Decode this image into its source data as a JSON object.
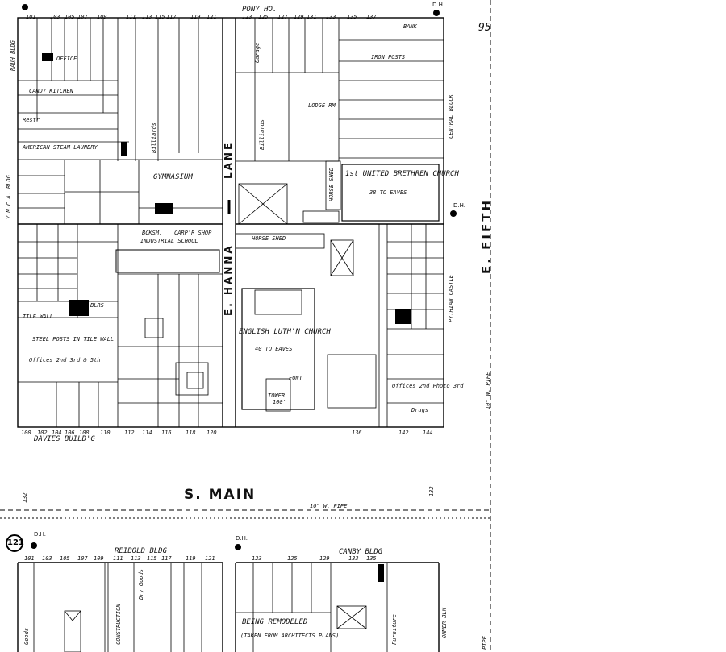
{
  "map": {
    "sheet_number": "95",
    "plate_number": "121",
    "streets": {
      "south_main": "S. MAIN",
      "east_fifth": "E. FIFTH",
      "east_hanna_lane": "E. HANNA",
      "lane_word": "LANE"
    },
    "pipes": {
      "main_pipe": "10\" W. PIPE",
      "fifth_pipe": "10\" W. PIPE",
      "bottom_pipe": "PIPE"
    },
    "hydrant": "D.H.",
    "street_numbers": {
      "main_top_left": "132",
      "main_top_right": "132",
      "block_bottom_left": [
        "100",
        "102",
        "104",
        "106",
        "108",
        "110",
        "112",
        "114",
        "116",
        "118",
        "120"
      ],
      "block_bottom_right": [
        "136",
        "142",
        "144"
      ],
      "block_top_left": [
        "101",
        "103",
        "105",
        "107",
        "109",
        "111",
        "113",
        "115",
        "117",
        "119",
        "121"
      ],
      "block_top_right": [
        "123",
        "125",
        "127",
        "129",
        "131",
        "133",
        "135",
        "137"
      ],
      "lower_block_left": [
        "101",
        "103",
        "105",
        "107",
        "109",
        "111",
        "113",
        "115",
        "117",
        "119",
        "121"
      ],
      "lower_block_right": [
        "123",
        "125",
        "129",
        "133",
        "135"
      ]
    },
    "buildings": {
      "pony_ho": "PONY HO.",
      "rauh_bldg": "RAUH BLDG",
      "office": "OFFICE",
      "candy_kitchen": "CANDY KITCHEN",
      "restr": "Restr",
      "laundry": "AMERICAN STEAM LAUNDRY",
      "ymca": "Y.M.C.A. BLDG",
      "gymnasium": "GYMNASIUM",
      "industrial_school": "INDUSTRIAL SCHOOL",
      "bcksm": "BCKSM.",
      "carpe_shop": "CARP'R SHOP",
      "billiards_left": "Billiards",
      "billiards_right": "Billiards",
      "garage": "Garage",
      "lodge_rm": "LODGE RM",
      "central_block": "CENTRAL BLOCK",
      "ub_church": "1st UNITED BRETHREN CHURCH",
      "ub_church_eaves": "38 TO EAVES",
      "horse_shed": "HORSE SHED",
      "horse_shed_small": "HORSE SHED",
      "pythian_castle": "PYTHIAN CASTLE",
      "lutheran_church": "ENGLISH LUTH'N CHURCH",
      "lutheran_eaves": "40 TO EAVES",
      "offices": "Offices 2nd 3rd & 5th",
      "steel_posts": "STEEL POSTS IN TILE WALL",
      "tile_wall": "TILE WALL",
      "offices_photo": "Offices 2nd Photo 3rd",
      "drugs": "Drugs",
      "davies_bldg": "DAVIES BUILD'G",
      "reibold_bldg": "REIBOLD BLDG",
      "canby_bldg": "CANBY BLDG",
      "dry_goods": "Dry Goods",
      "being_remodeled": "BEING REMODELED",
      "taken_from": "(TAKEN FROM ARCHITECTS PLANS)",
      "ohmer_blk": "OHMER BLK",
      "goods": "Goods",
      "furniture": "Furniture",
      "construction": "CONSTRUCTION",
      "tower": "TOWER",
      "tower_100": "100'",
      "font": "FONT",
      "boiler_rm": "BLRS",
      "iron_posts": "IRON POSTS",
      "bank": "BANK"
    }
  }
}
